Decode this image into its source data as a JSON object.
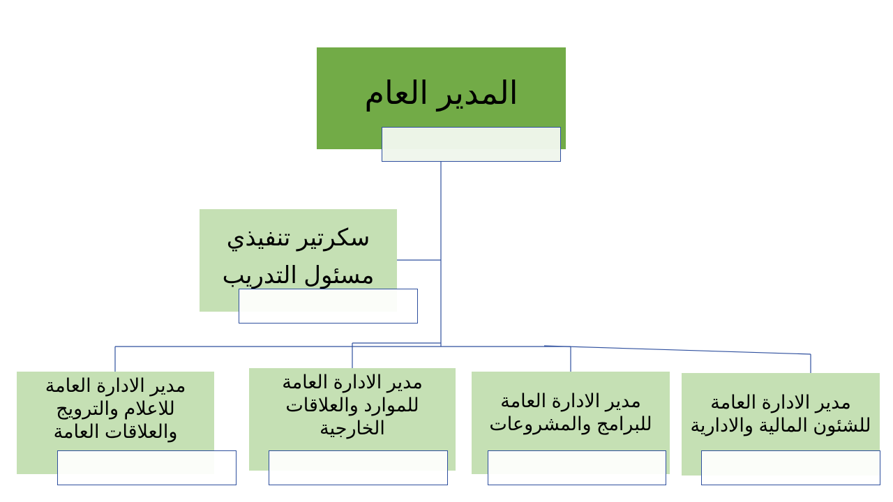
{
  "org_chart": {
    "general_manager": {
      "label": "المدير العام"
    },
    "secretary": {
      "line1": "سكرتير تنفيذي",
      "line2": "مسئول التدريب"
    },
    "departments": [
      {
        "line1": "مدير الادارة العامة",
        "line2": "للاعلام والترويج",
        "line3": "والعلاقات العامة"
      },
      {
        "line1": "مدير الادارة العامة",
        "line2": "للموارد والعلاقات",
        "line3": "الخارجية"
      },
      {
        "line1": "مدير الادارة العامة",
        "line2": "للبرامج والمشروعات"
      },
      {
        "line1": "مدير الادارة العامة",
        "line2": "للشئون المالية والادارية"
      }
    ]
  },
  "colors": {
    "top_box": "#72ab47",
    "child_box": "#c5e0b4",
    "connector": "#2e4f9e"
  }
}
